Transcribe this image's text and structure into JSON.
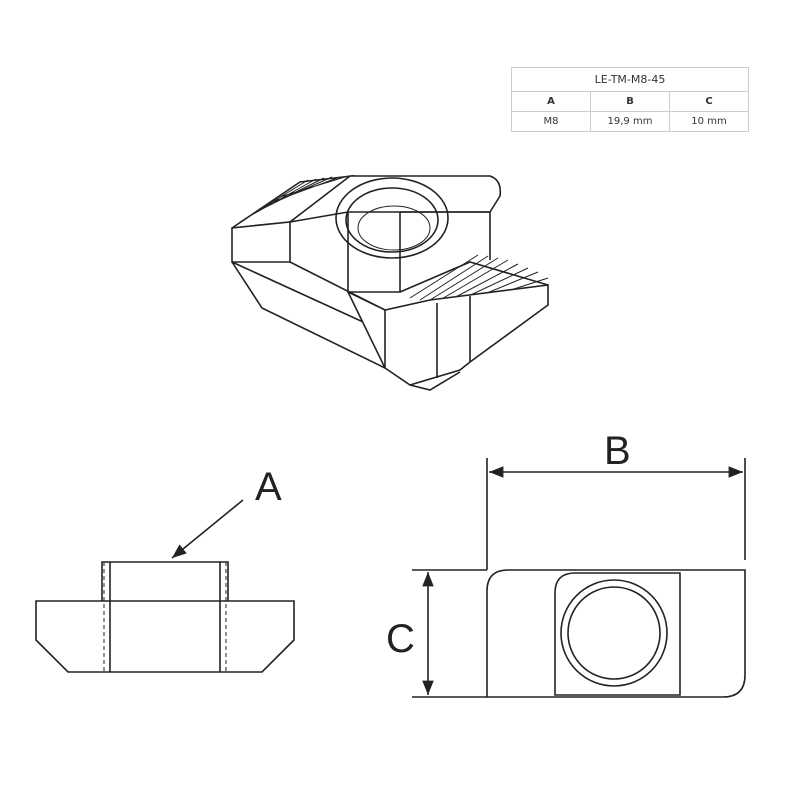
{
  "table": {
    "title": "LE-TM-M8-45",
    "headers": [
      "A",
      "B",
      "C"
    ],
    "values": [
      "M8",
      "19,9 mm",
      "10 mm"
    ]
  },
  "labels": {
    "a": "A",
    "b": "B",
    "c": "C"
  }
}
